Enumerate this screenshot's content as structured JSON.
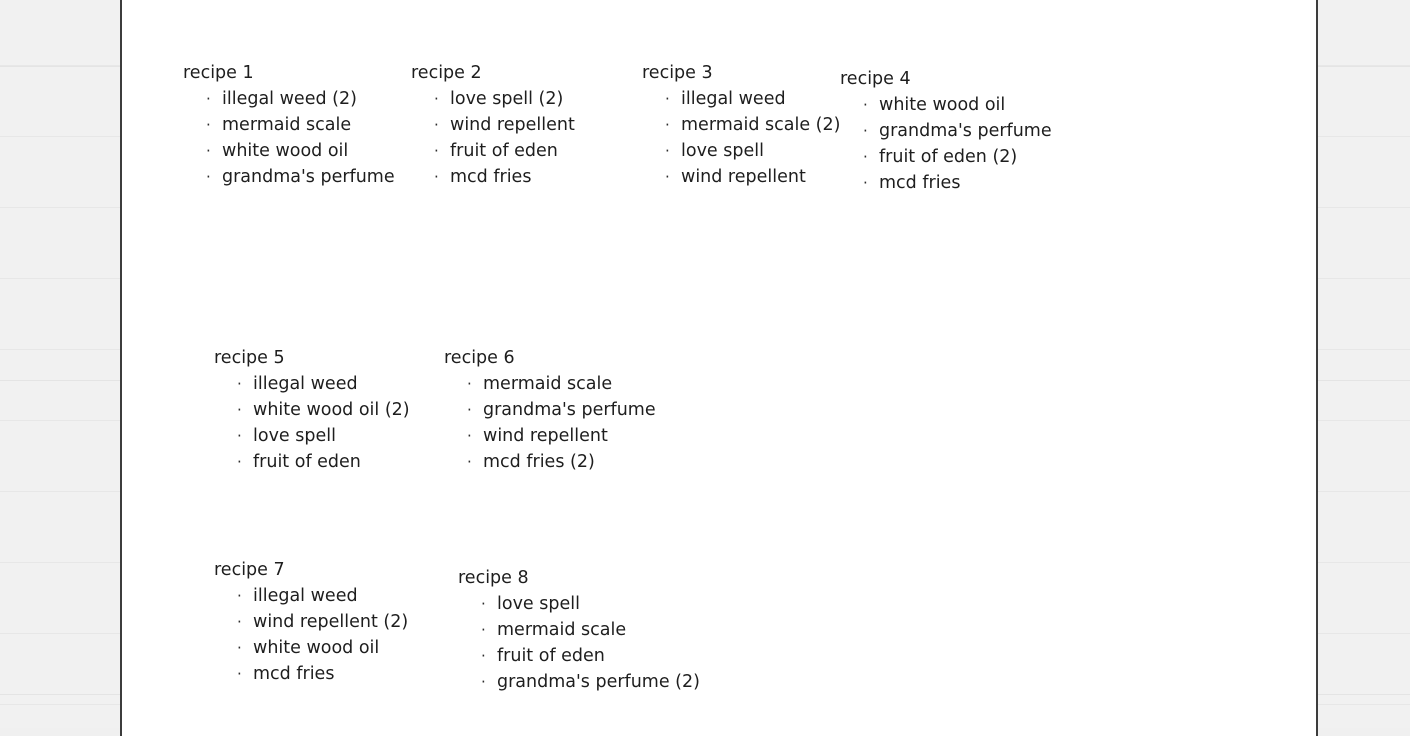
{
  "page": {
    "background_color": "#f1f1f1",
    "sheet_color": "#ffffff",
    "border_color": "#3c3c3c",
    "text_color": "#1e1e1e",
    "bullet_glyph": "·"
  },
  "recipes": [
    {
      "id": "recipe-1",
      "title": "recipe 1",
      "ingredients": [
        "illegal weed (2)",
        "mermaid scale",
        "white wood oil",
        "grandma's perfume"
      ]
    },
    {
      "id": "recipe-2",
      "title": "recipe 2",
      "ingredients": [
        "love spell (2)",
        "wind repellent",
        "fruit of eden",
        "mcd fries"
      ]
    },
    {
      "id": "recipe-3",
      "title": "recipe 3",
      "ingredients": [
        "illegal weed",
        "mermaid scale (2)",
        "love spell",
        "wind repellent"
      ]
    },
    {
      "id": "recipe-4",
      "title": "recipe 4",
      "ingredients": [
        "white wood oil",
        "grandma's perfume",
        "fruit of eden (2)",
        "mcd fries"
      ]
    },
    {
      "id": "recipe-5",
      "title": "recipe 5",
      "ingredients": [
        "illegal weed",
        "white wood oil (2)",
        "love spell",
        "fruit of eden"
      ]
    },
    {
      "id": "recipe-6",
      "title": "recipe 6",
      "ingredients": [
        "mermaid scale",
        "grandma's perfume",
        "wind repellent",
        "mcd fries (2)"
      ]
    },
    {
      "id": "recipe-7",
      "title": "recipe 7",
      "ingredients": [
        "illegal weed",
        "wind repellent (2)",
        "white wood oil",
        "mcd fries"
      ]
    },
    {
      "id": "recipe-8",
      "title": "recipe 8",
      "ingredients": [
        "love spell",
        "mermaid scale",
        "fruit of eden",
        "grandma's perfume (2)"
      ]
    }
  ]
}
